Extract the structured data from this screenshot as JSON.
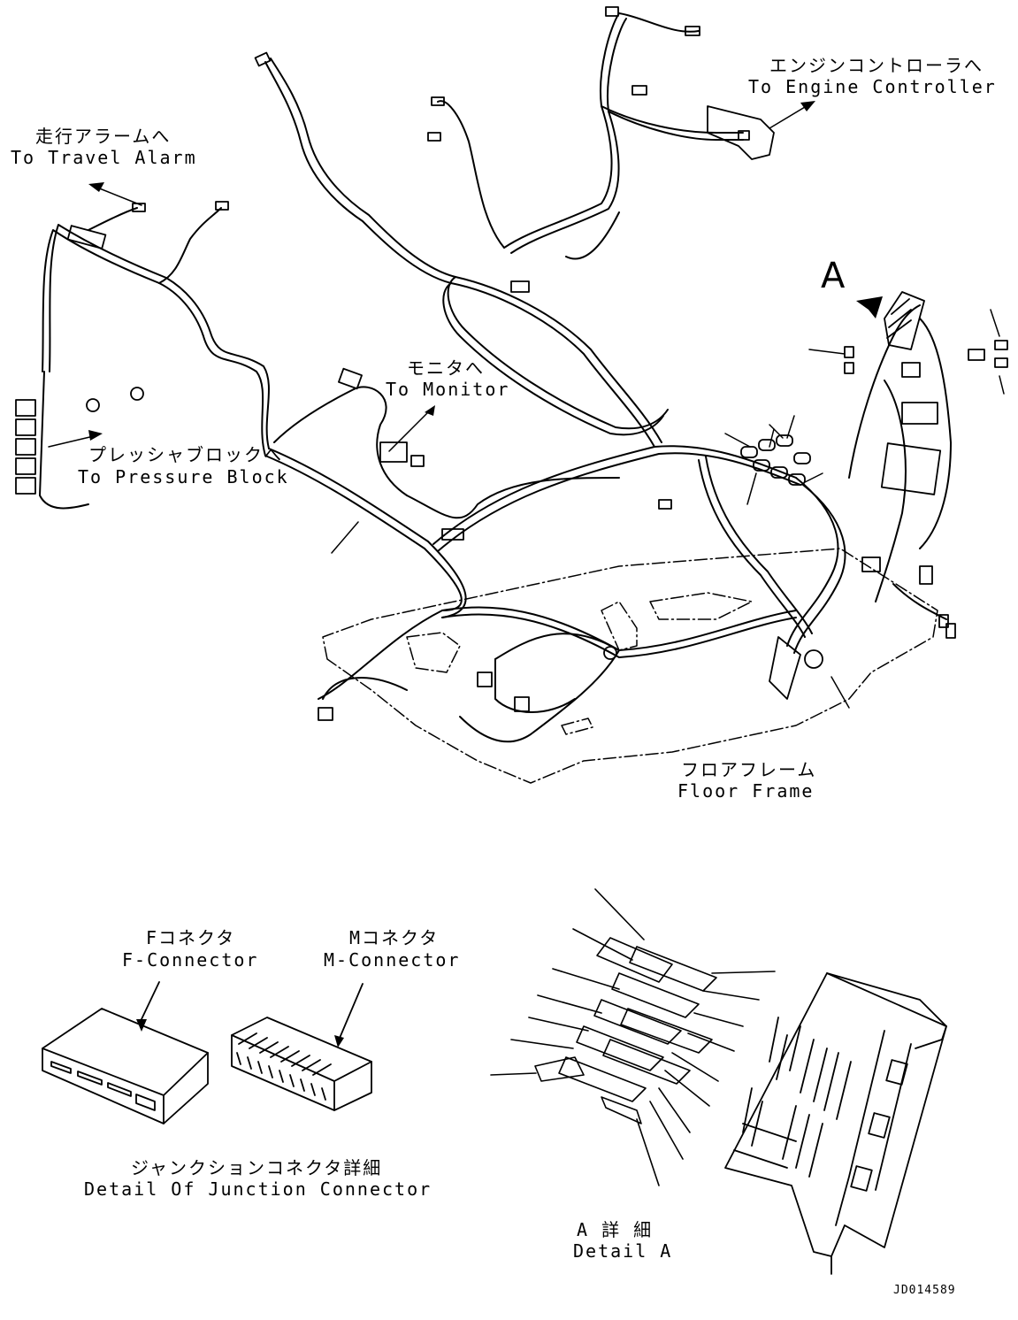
{
  "labels": {
    "travel_alarm_jp": "走行アラームへ",
    "travel_alarm_en": "To Travel Alarm",
    "engine_controller_jp": "エンジンコントローラへ",
    "engine_controller_en": "To Engine Controller",
    "monitor_jp": "モニタへ",
    "monitor_en": "To Monitor",
    "pressure_block_jp": "プレッシャブロックへ",
    "pressure_block_en": "To Pressure Block",
    "floor_frame_jp": "フロアフレーム",
    "floor_frame_en": "Floor Frame",
    "detail_marker": "A",
    "f_connector_jp": "Fコネクタ",
    "f_connector_en": "F-Connector",
    "m_connector_jp": "Mコネクタ",
    "m_connector_en": "M-Connector",
    "junction_detail_jp": "ジャンクションコネクタ詳細",
    "junction_detail_en": "Detail Of Junction Connector",
    "detail_a_jp": "A 詳 細",
    "detail_a_en": "Detail A",
    "drawing_id": "JD014589"
  }
}
